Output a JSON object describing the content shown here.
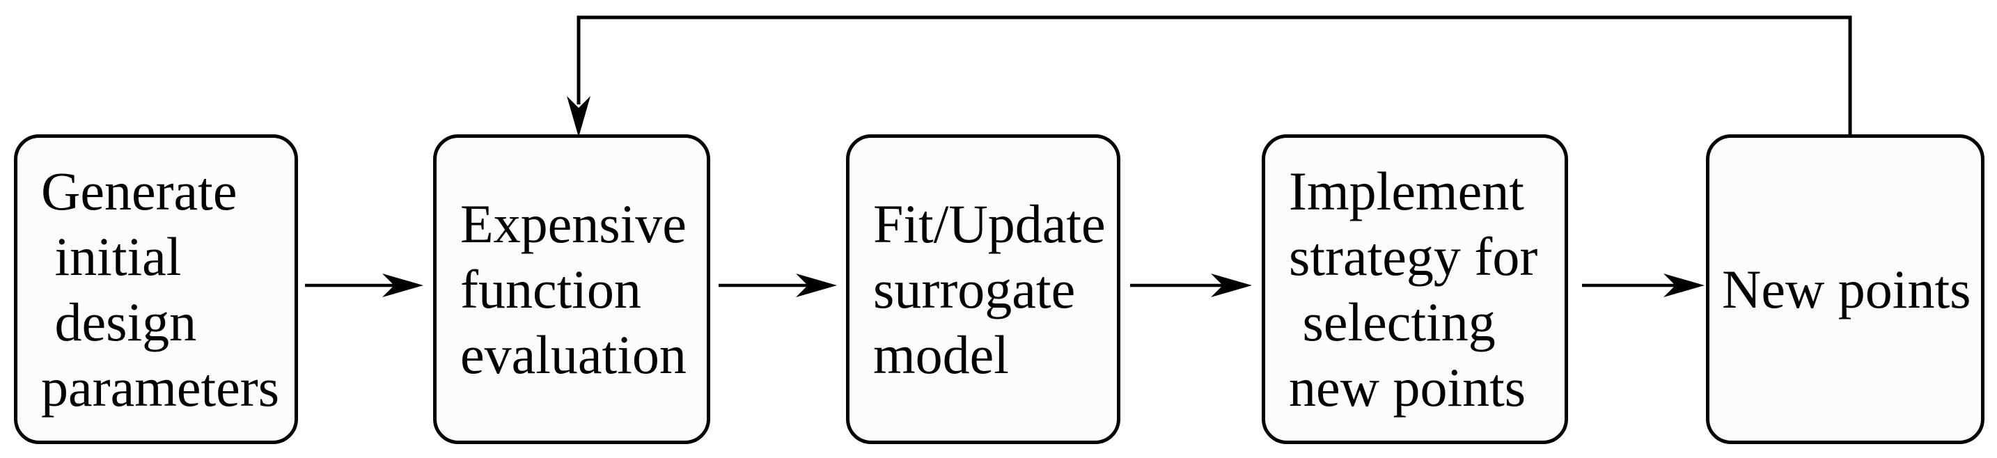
{
  "diagram": {
    "type": "flowchart",
    "background_color": "#ffffff",
    "node_fill_color": "#fcfcfc",
    "node_border_color": "#000000",
    "text_color": "#000000",
    "nodes": [
      {
        "id": "generate-initial-design-parameters",
        "label": "Generate initial design parameters",
        "lines": [
          "Generate",
          " initial",
          " design",
          "parameters"
        ]
      },
      {
        "id": "expensive-function-evaluation",
        "label": "Expensive function evaluation",
        "lines": [
          "Expensive",
          "function",
          "evaluation"
        ]
      },
      {
        "id": "fit-update-surrogate-model",
        "label": "Fit/Update surrogate model",
        "lines": [
          "Fit/Update",
          "surrogate",
          "model"
        ]
      },
      {
        "id": "implement-strategy-for-selecting-new-points",
        "label": "Implement strategy for selecting new points",
        "lines": [
          "Implement",
          "strategy for",
          " selecting",
          "new points"
        ]
      },
      {
        "id": "new-points",
        "label": "New points",
        "lines": [
          "New points"
        ]
      }
    ],
    "edges": [
      {
        "from": "generate-initial-design-parameters",
        "to": "expensive-function-evaluation",
        "type": "forward"
      },
      {
        "from": "expensive-function-evaluation",
        "to": "fit-update-surrogate-model",
        "type": "forward"
      },
      {
        "from": "fit-update-surrogate-model",
        "to": "implement-strategy-for-selecting-new-points",
        "type": "forward"
      },
      {
        "from": "implement-strategy-for-selecting-new-points",
        "to": "new-points",
        "type": "forward"
      },
      {
        "from": "new-points",
        "to": "expensive-function-evaluation",
        "type": "feedback-loop"
      }
    ]
  }
}
